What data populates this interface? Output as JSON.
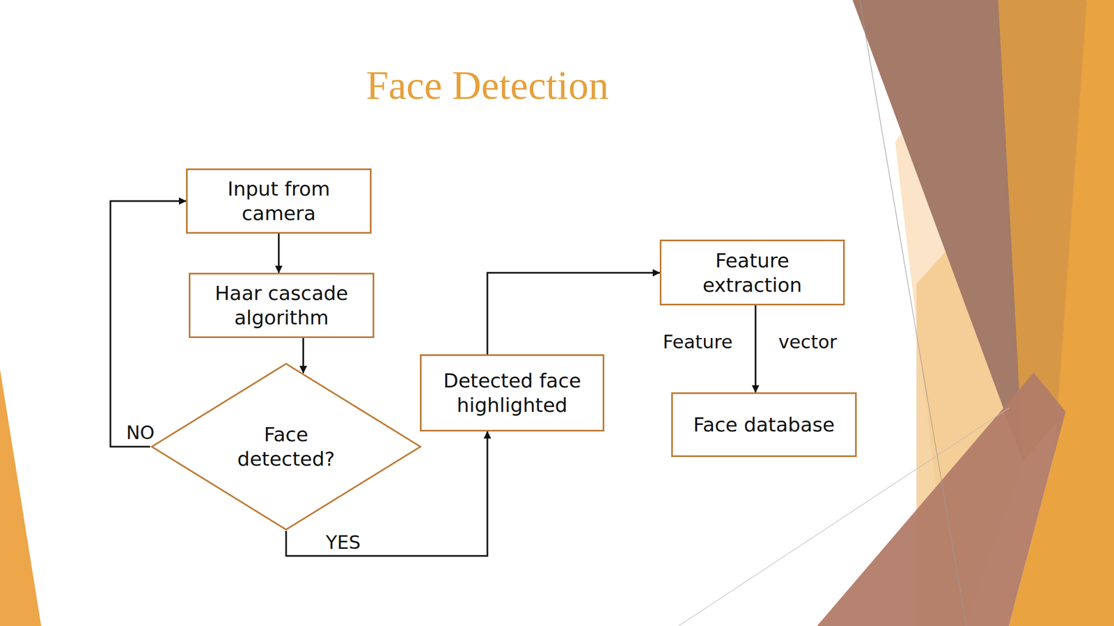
{
  "diagram": {
    "title": "Face Detection",
    "nodes": [
      {
        "text": [
          "Input from camera"
        ]
      },
      {
        "text": [
          "Haar cascade algorithm"
        ]
      },
      {
        "text": [
          "Face detected?"
        ]
      },
      {
        "text": [
          "Detected face highlighted"
        ]
      },
      {
        "text": [
          "Feature extraction"
        ]
      },
      {
        "text": [
          "Face database"
        ]
      }
    ],
    "edges": [
      {
        "from": 0,
        "to": 1,
        "arrow": "to"
      },
      {
        "from": 1,
        "to": 2,
        "arrow": "to"
      },
      {
        "from": 2,
        "to": 0,
        "label": "NO",
        "arrow": "to"
      },
      {
        "from": 2,
        "to": 3,
        "label": "YES",
        "arrow": "to"
      },
      {
        "from": 3,
        "to": 4,
        "arrow": "to"
      },
      {
        "from": 4,
        "to": 5,
        "label": "Feature vector",
        "arrow": "to"
      }
    ]
  }
}
